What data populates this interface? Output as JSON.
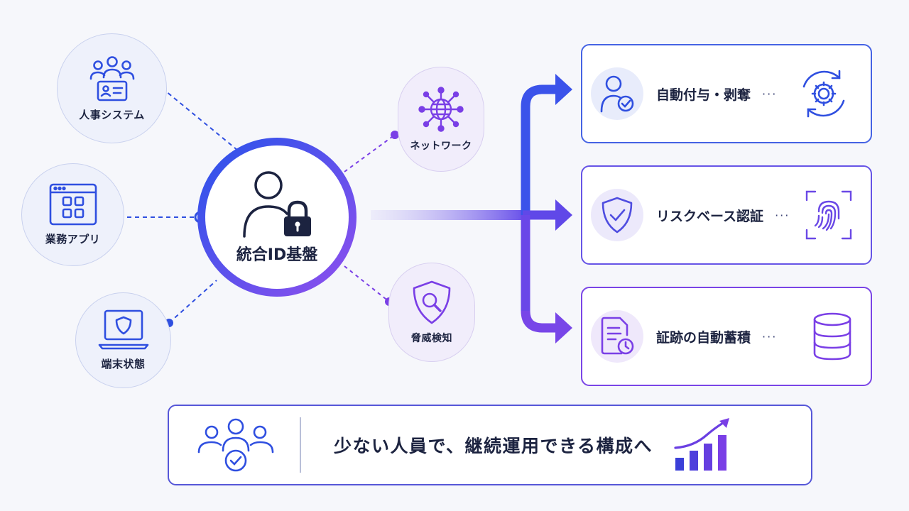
{
  "sources": [
    {
      "label": "人事システム",
      "icon": "people-id-card-icon"
    },
    {
      "label": "業務アプリ",
      "icon": "app-window-grid-icon"
    },
    {
      "label": "端末状態",
      "icon": "laptop-shield-icon"
    }
  ],
  "hub": {
    "label": "統合ID基盤",
    "icon": "user-lock-icon"
  },
  "intermediates": [
    {
      "label": "ネットワーク",
      "icon": "globe-network-icon"
    },
    {
      "label": "脅威検知",
      "icon": "shield-search-icon"
    }
  ],
  "outcomes": [
    {
      "label": "自動付与・剥奪",
      "dots": "···",
      "icon": "user-check-icon",
      "right_icon": "gear-cycle-icon"
    },
    {
      "label": "リスクベース認証",
      "dots": "···",
      "icon": "shield-check-icon",
      "right_icon": "fingerprint-icon"
    },
    {
      "label": "証跡の自動蓄積",
      "dots": "···",
      "icon": "document-clock-icon",
      "right_icon": "database-icon"
    }
  ],
  "banner": {
    "message": "少ない人員で、継続運用できる構成へ",
    "left_icon": "team-check-icon",
    "right_icon": "growth-chart-icon"
  },
  "colors": {
    "blue": "#2f4fe0",
    "purple": "#7a3fe6",
    "navy": "#1c2340",
    "hub_gradient": [
      "#2f56e8",
      "#8a4ef0"
    ]
  }
}
